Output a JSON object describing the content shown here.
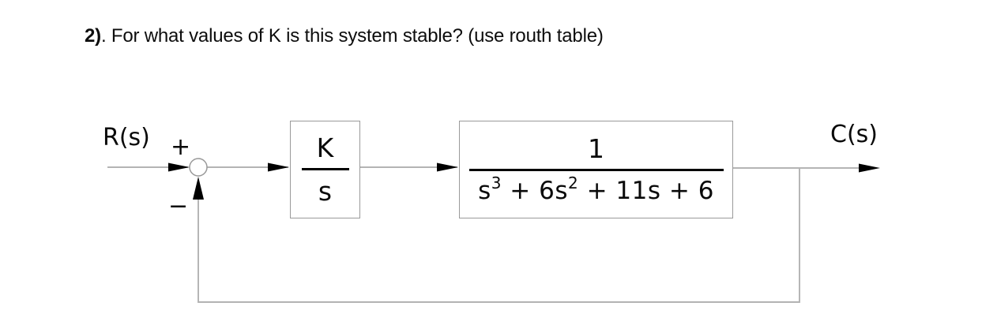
{
  "title": {
    "number": "2)",
    "text": ". For what values of K is this system stable? (use routh table)"
  },
  "diagram": {
    "input_label": "R(s)",
    "output_label": "C(s)",
    "summing_junction": {
      "plus": "+",
      "minus": "−"
    },
    "controller_block": {
      "numerator": "K",
      "denominator": "s"
    },
    "plant_block": {
      "numerator": "1",
      "denominator": {
        "term1_base": "s",
        "term1_exp": "3",
        "term2": " + 6s",
        "term2_exp": "2",
        "term3": " + 11s + 6"
      }
    },
    "feedback": "negative unity feedback",
    "colors": {
      "wire": "#a9a9a9",
      "block_border": "#9a9a9a",
      "ink": "#000000"
    }
  }
}
